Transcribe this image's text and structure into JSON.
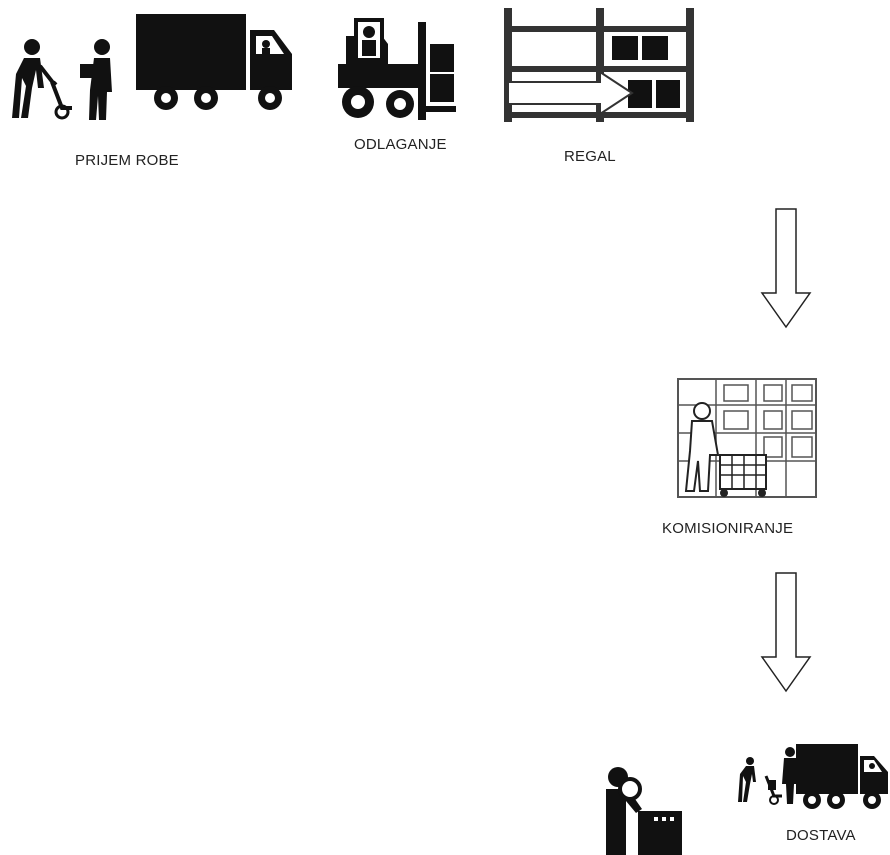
{
  "steps": {
    "receiving": {
      "label": "PRIJEM ROBE",
      "icon": "workers-and-truck-icon"
    },
    "putaway": {
      "label": "ODLAGANJE",
      "icon": "forklift-icon"
    },
    "rack": {
      "label": "REGAL",
      "icon": "storage-rack-icon"
    },
    "picking": {
      "label": "KOMISIONIRANJE",
      "icon": "order-picker-warehouse-icon"
    },
    "delivery": {
      "label": "DOSTAVA",
      "icon": "delivery-truck-icon"
    },
    "inspection": {
      "icon": "inspector-magnifier-icon"
    }
  },
  "arrows": [
    "rack-to-picking-arrow",
    "picking-to-delivery-arrow",
    "into-rack-arrow"
  ]
}
